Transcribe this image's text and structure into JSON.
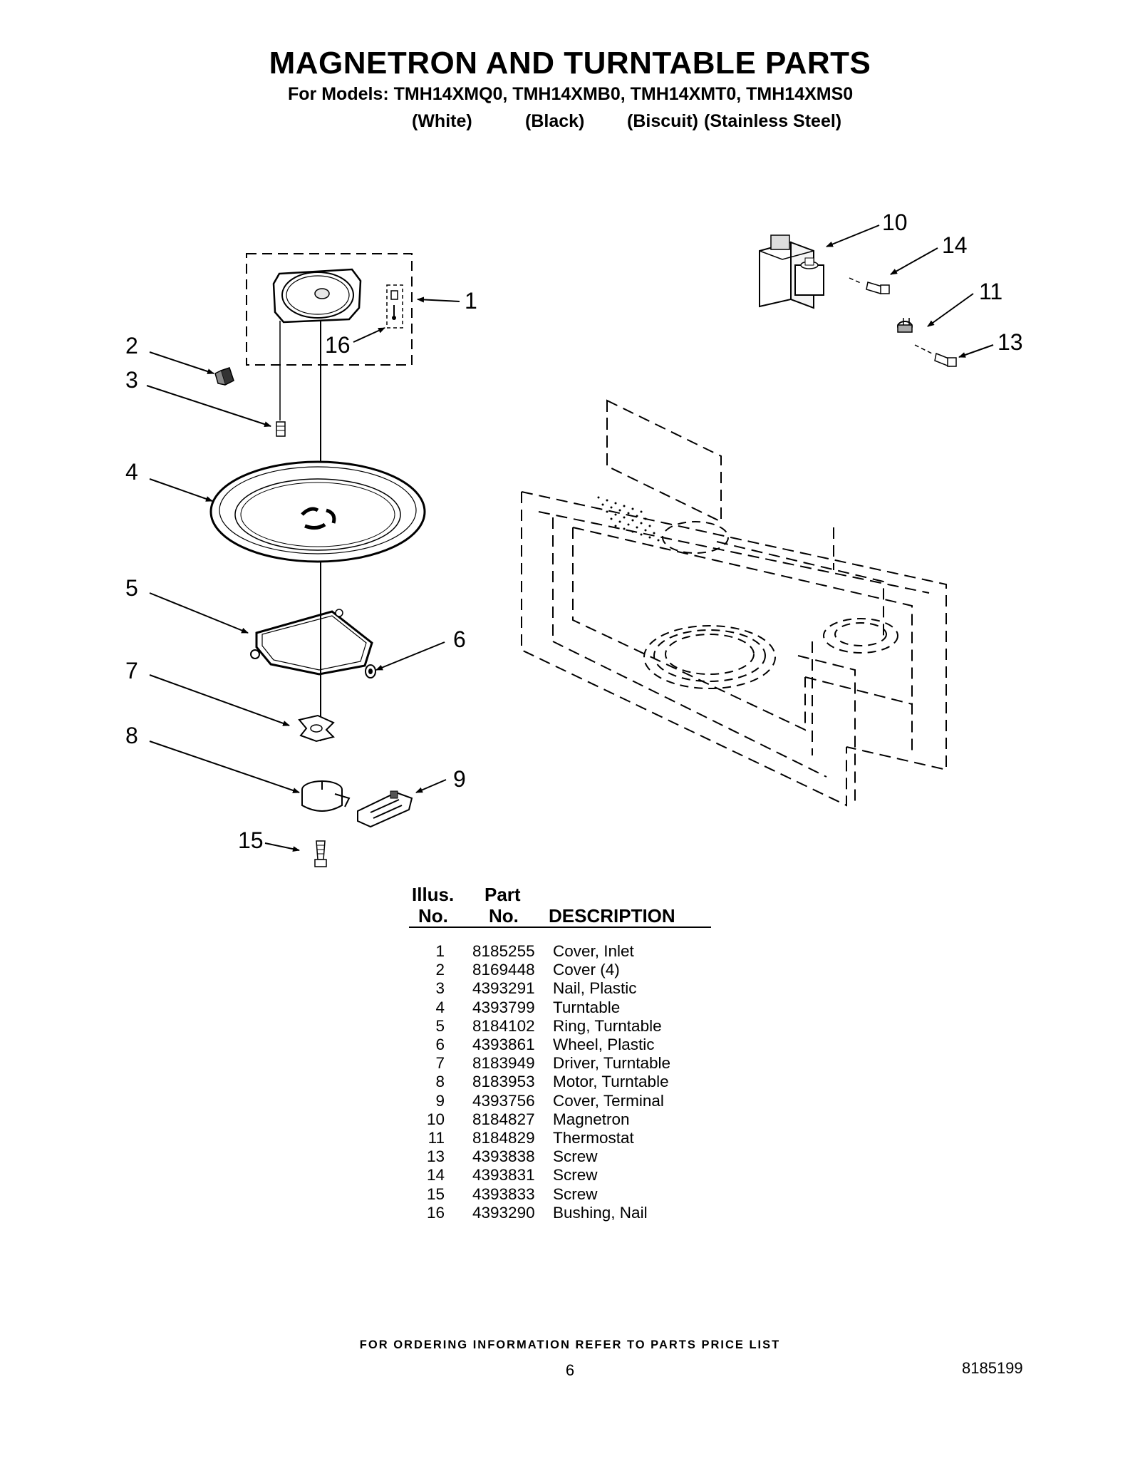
{
  "header": {
    "title": "MAGNETRON AND TURNTABLE PARTS",
    "models_line": "For Models: TMH14XMQ0, TMH14XMB0, TMH14XMT0, TMH14XMS0",
    "colors": [
      "(White)",
      "(Black)",
      "(Biscuit)",
      "(Stainless Steel)"
    ]
  },
  "callouts": [
    "1",
    "2",
    "3",
    "4",
    "5",
    "6",
    "7",
    "8",
    "9",
    "10",
    "11",
    "13",
    "14",
    "15",
    "16"
  ],
  "table": {
    "headers": {
      "illus_top": "Illus.",
      "illus_bottom": "No.",
      "part_top": "Part",
      "part_bottom": "No.",
      "description": "DESCRIPTION"
    },
    "rows": [
      {
        "illus": "1",
        "part": "8185255",
        "desc": "Cover, Inlet"
      },
      {
        "illus": "2",
        "part": "8169448",
        "desc": "Cover (4)"
      },
      {
        "illus": "3",
        "part": "4393291",
        "desc": "Nail, Plastic"
      },
      {
        "illus": "4",
        "part": "4393799",
        "desc": "Turntable"
      },
      {
        "illus": "5",
        "part": "8184102",
        "desc": "Ring, Turntable"
      },
      {
        "illus": "6",
        "part": "4393861",
        "desc": "Wheel, Plastic"
      },
      {
        "illus": "7",
        "part": "8183949",
        "desc": "Driver, Turntable"
      },
      {
        "illus": "8",
        "part": "8183953",
        "desc": "Motor, Turntable"
      },
      {
        "illus": "9",
        "part": "4393756",
        "desc": "Cover, Terminal"
      },
      {
        "illus": "10",
        "part": "8184827",
        "desc": "Magnetron"
      },
      {
        "illus": "11",
        "part": "8184829",
        "desc": "Thermostat"
      },
      {
        "illus": "13",
        "part": "4393838",
        "desc": "Screw"
      },
      {
        "illus": "14",
        "part": "4393831",
        "desc": "Screw"
      },
      {
        "illus": "15",
        "part": "4393833",
        "desc": "Screw"
      },
      {
        "illus": "16",
        "part": "4393290",
        "desc": "Bushing, Nail"
      }
    ]
  },
  "footer": {
    "note": "FOR ORDERING INFORMATION REFER TO PARTS PRICE LIST",
    "page_number": "6",
    "doc_number": "8185199"
  }
}
